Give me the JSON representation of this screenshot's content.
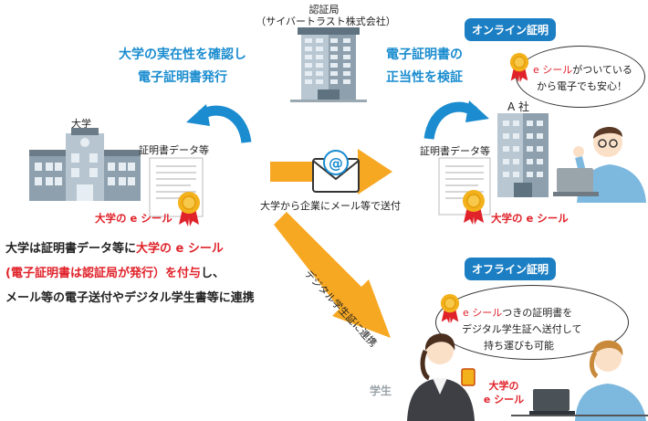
{
  "authority": {
    "name": "認証局",
    "company": "（サイバートラスト株式会社）"
  },
  "left_block": {
    "caption_line1": "大学の実在性を確認し",
    "caption_line2": "電子証明書発行",
    "university_label": "大学",
    "cert_label": "証明書データ等",
    "seal_label": "大学の e シール"
  },
  "middle": {
    "mail_caption": "大学から企業にメール等で送付",
    "mail_symbol": "@",
    "diagonal_caption": "デジタル学生証に連携"
  },
  "right_online": {
    "badge": "オンライン証明",
    "caption_line1": "電子証明書の",
    "caption_line2": "正当性を検証",
    "company_label": "A 社",
    "cert_label": "証明書データ等",
    "seal_label": "大学の e シール",
    "bubble_red": "e シール",
    "bubble_rest1": "がついている",
    "bubble_line2": "から電子でも安心！"
  },
  "right_offline": {
    "badge": "オフライン証明",
    "bubble_red": "e シール",
    "bubble_rest1": "つきの証明書を",
    "bubble_line2": "デジタル学生証へ送付して",
    "bubble_line3": "持ち運びも可能",
    "student_label": "学生",
    "seal_line1": "大学の",
    "seal_line2": "e シール"
  },
  "summary": {
    "line1_a": "大学は証明書データ等に",
    "line1_b": "大学の e シール",
    "line2_a": "(電子証明書は認証局が発行）を付与",
    "line2_b": "し、",
    "line3": "メール等の電子送付やデジタル学生書等に連携"
  },
  "colors": {
    "accent_blue": "#1a8ccf",
    "badge_blue": "#1c7fc4",
    "seal_red": "#e0222a",
    "arrow_orange": "#f7a823",
    "medal_gold": "#f3b11b"
  },
  "icons": [
    "office-building-icon",
    "university-building-icon",
    "certificate-icon",
    "seal-medal-icon",
    "envelope-icon",
    "curved-arrow-icon",
    "person-icon",
    "laptop-icon",
    "smartphone-icon"
  ]
}
